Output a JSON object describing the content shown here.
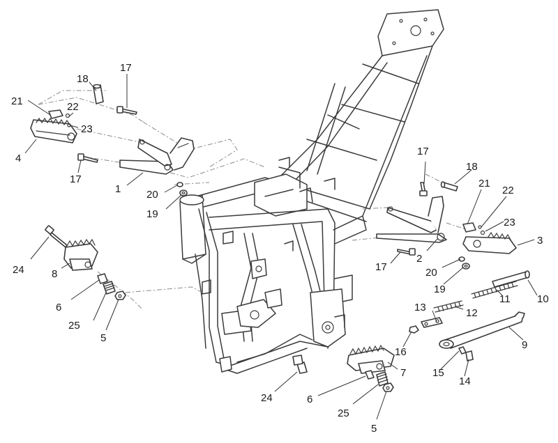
{
  "diagram": {
    "type": "exploded-parts-diagram",
    "line_color": "#3a3a3a",
    "background": "#ffffff",
    "callouts": [
      "1",
      "2",
      "3",
      "4",
      "5",
      "5",
      "6",
      "6",
      "7",
      "8",
      "9",
      "10",
      "11",
      "12",
      "13",
      "14",
      "15",
      "16",
      "17",
      "17",
      "17",
      "17",
      "18",
      "18",
      "19",
      "19",
      "20",
      "20",
      "21",
      "21",
      "22",
      "22",
      "23",
      "23",
      "24",
      "24",
      "25",
      "25"
    ]
  }
}
